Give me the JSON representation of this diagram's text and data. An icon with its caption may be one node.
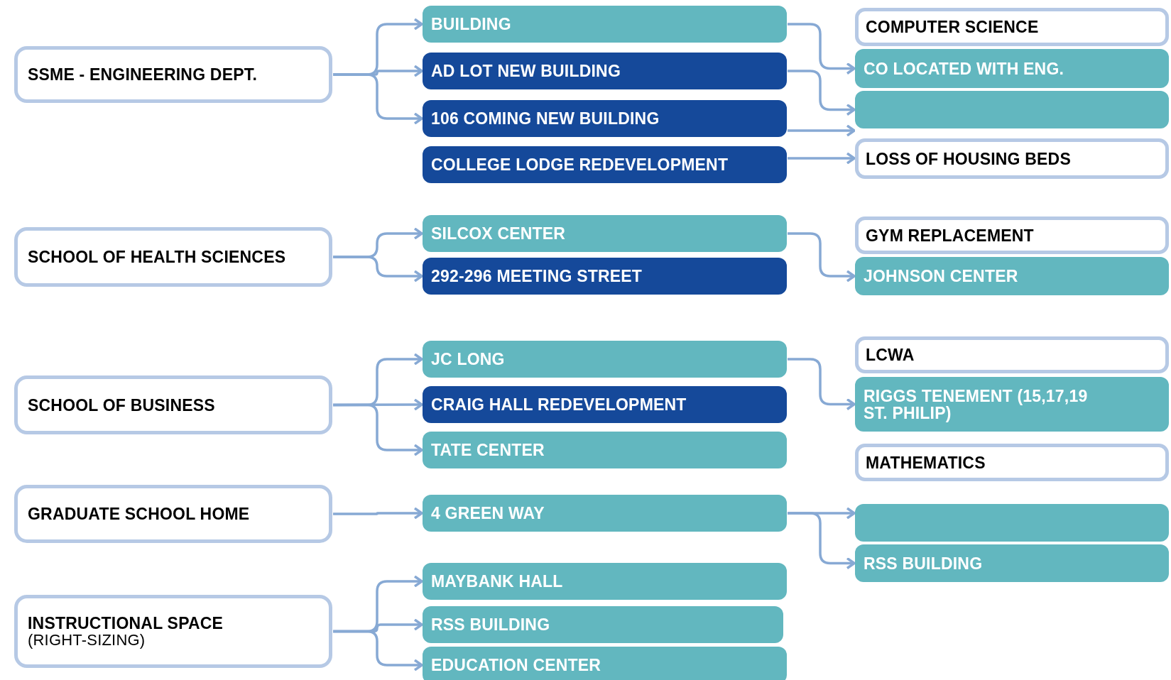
{
  "diagram": {
    "nodes": [
      {
        "text": [
          "SSME - ENGINEERING DEPT."
        ]
      },
      {
        "text": [
          "BUILDING"
        ]
      },
      {
        "text": [
          "AD LOT NEW BUILDING"
        ]
      },
      {
        "text": [
          "106 COMING NEW BUILDING"
        ]
      },
      {
        "text": [
          "COLLEGE LODGE REDEVELOPMENT"
        ]
      },
      {
        "text": [
          "COMPUTER SCIENCE"
        ]
      },
      {
        "text": [
          "CO LOCATED WITH ENG."
        ]
      },
      {
        "text": [],
        "shape": "box"
      },
      {
        "text": [
          "LOSS OF HOUSING BEDS"
        ]
      },
      {
        "text": [
          "SCHOOL OF HEALTH SCIENCES"
        ]
      },
      {
        "text": [
          "SILCOX CENTER"
        ]
      },
      {
        "text": [
          "292-296 MEETING STREET"
        ]
      },
      {
        "text": [
          "GYM REPLACEMENT"
        ]
      },
      {
        "text": [
          "JOHNSON CENTER"
        ]
      },
      {
        "text": [
          "SCHOOL OF BUSINESS"
        ]
      },
      {
        "text": [
          "JC LONG"
        ]
      },
      {
        "text": [
          "CRAIG HALL REDEVELOPMENT"
        ]
      },
      {
        "text": [
          "TATE CENTER"
        ]
      },
      {
        "text": [
          "LCWA"
        ]
      },
      {
        "text": [
          "RIGGS TENEMENT (15,17,19 ST. PHILIP)"
        ]
      },
      {
        "text": [
          "MATHEMATICS"
        ]
      },
      {
        "text": [
          "GRADUATE SCHOOL HOME"
        ]
      },
      {
        "text": [
          "4 GREEN WAY"
        ]
      },
      {
        "text": [],
        "shape": "box"
      },
      {
        "text": [
          "RSS BUILDING"
        ]
      },
      {
        "text": [
          "INSTRUCTIONAL SPACE",
          "(RIGHT-SIZING)"
        ]
      },
      {
        "text": [
          "MAYBANK HALL"
        ]
      },
      {
        "text": [
          "RSS BUILDING"
        ]
      },
      {
        "text": [
          "EDUCATION CENTER"
        ]
      }
    ],
    "edges": [
      {
        "from": 0,
        "to": 1,
        "arrow": "to"
      },
      {
        "from": 0,
        "to": 2,
        "arrow": "to"
      },
      {
        "from": 0,
        "to": 3,
        "arrow": "to"
      },
      {
        "from": 1,
        "to": 6,
        "arrow": "to"
      },
      {
        "from": 2,
        "to": 7,
        "arrow": "to"
      },
      {
        "from": 3,
        "to": 7,
        "arrow": "to"
      },
      {
        "from": 4,
        "to": 8,
        "arrow": "to"
      },
      {
        "from": 9,
        "to": 10,
        "arrow": "to"
      },
      {
        "from": 9,
        "to": 11,
        "arrow": "to"
      },
      {
        "from": 10,
        "to": 13,
        "arrow": "to"
      },
      {
        "from": 14,
        "to": 15,
        "arrow": "to"
      },
      {
        "from": 14,
        "to": 16,
        "arrow": "to"
      },
      {
        "from": 14,
        "to": 17,
        "arrow": "to"
      },
      {
        "from": 15,
        "to": 19,
        "arrow": "to"
      },
      {
        "from": 21,
        "to": 22,
        "arrow": "to"
      },
      {
        "from": 22,
        "to": 23,
        "arrow": "to"
      },
      {
        "from": 22,
        "to": 24,
        "arrow": "to"
      },
      {
        "from": 25,
        "to": 26,
        "arrow": "to"
      },
      {
        "from": 25,
        "to": 27,
        "arrow": "to"
      },
      {
        "from": 25,
        "to": 28,
        "arrow": "to"
      }
    ]
  }
}
